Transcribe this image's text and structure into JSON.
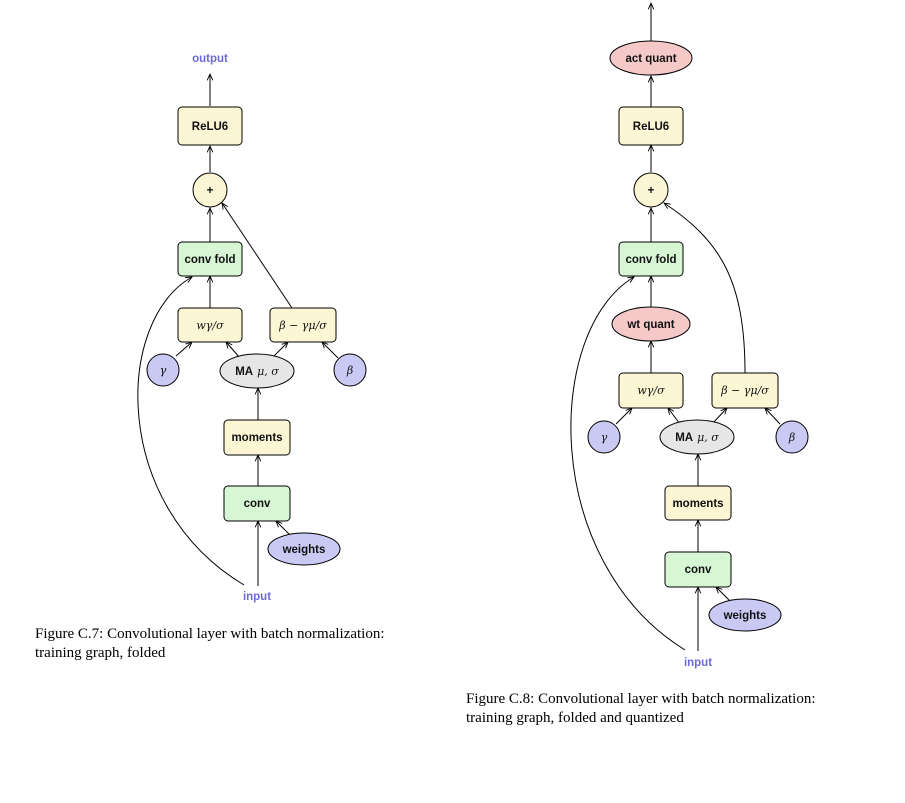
{
  "colors": {
    "yellow": "#fcf6d4",
    "green": "#d7f6d4",
    "gray": "#e6e6e6",
    "blue": "#c9c9f4",
    "red": "#f6c9c9",
    "io_text": "#6b6bd6"
  },
  "fig1": {
    "output": "output",
    "relu": "ReLU6",
    "plus": "+",
    "convfold": "conv fold",
    "wgs": "wγ/σ",
    "bgm": "β − γμ/σ",
    "gamma": "γ",
    "beta": "β",
    "ma": "MA",
    "ma_sym": "μ, σ",
    "moments": "moments",
    "conv": "conv",
    "weights": "weights",
    "input": "input",
    "caption_line1": "Figure C.7: Convolutional layer with batch normalization:",
    "caption_line2": "training graph, folded"
  },
  "fig2": {
    "actquant": "act quant",
    "relu": "ReLU6",
    "plus": "+",
    "convfold": "conv fold",
    "wtquant": "wt quant",
    "wgs": "wγ/σ",
    "bgm": "β − γμ/σ",
    "gamma": "γ",
    "beta": "β",
    "ma": "MA",
    "ma_sym": "μ, σ",
    "moments": "moments",
    "conv": "conv",
    "weights": "weights",
    "input": "input",
    "caption_line1": "Figure C.8: Convolutional layer with batch normalization:",
    "caption_line2": "training graph, folded and quantized"
  }
}
